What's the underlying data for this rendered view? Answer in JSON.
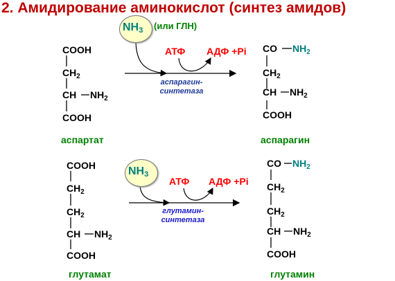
{
  "title": "2. Амидирование аминокислот (синтез амидов)",
  "colors": {
    "title": "#c00000",
    "label": "#008000",
    "cofactor": "#ff0000",
    "amide": "#008080",
    "enzyme": "#1f3a9a"
  },
  "reaction1": {
    "ammonia": "NH",
    "ammonia_sub": "3",
    "ammonia_alt": "(или ГЛН)",
    "atp": "АТФ",
    "adp": "АДФ +Pi",
    "enzyme_line1": "аспарагин-",
    "enzyme_line2": "синтетаза",
    "substrate": {
      "cooh_top": "COOH",
      "ch2": "CH",
      "ch2_sub": "2",
      "ch": "CH",
      "nh2": "NH",
      "nh2_sub": "2",
      "cooh_bottom": "COOH",
      "name": "аспартат"
    },
    "product": {
      "co": "CO",
      "nh2": "NH",
      "nh2_sub": "2",
      "ch2": "CH",
      "ch2_sub": "2",
      "ch": "CH",
      "ch_nh2": "NH",
      "ch_nh2_sub": "2",
      "cooh": "COOH",
      "name": "аспарагин"
    }
  },
  "reaction2": {
    "ammonia": "NH",
    "ammonia_sub": "3",
    "atp": "АТФ",
    "adp": "АДФ +Pi",
    "enzyme_line1": "глутамин-",
    "enzyme_line2": "синтетаза",
    "substrate": {
      "cooh_top": "COOH",
      "ch2a": "CH",
      "ch2a_sub": "2",
      "ch2b": "CH",
      "ch2b_sub": "2",
      "ch": "CH",
      "nh2": "NH",
      "nh2_sub": "2",
      "cooh_bottom": "COOH",
      "name": "глутамат"
    },
    "product": {
      "co": "CO",
      "nh2": "NH",
      "nh2_sub": "2",
      "ch2a": "CH",
      "ch2a_sub": "2",
      "ch2b": "CH",
      "ch2b_sub": "2",
      "ch": "CH",
      "ch_nh2": "NH",
      "ch_nh2_sub": "2",
      "cooh": "COOH",
      "name": "глутамин"
    }
  }
}
